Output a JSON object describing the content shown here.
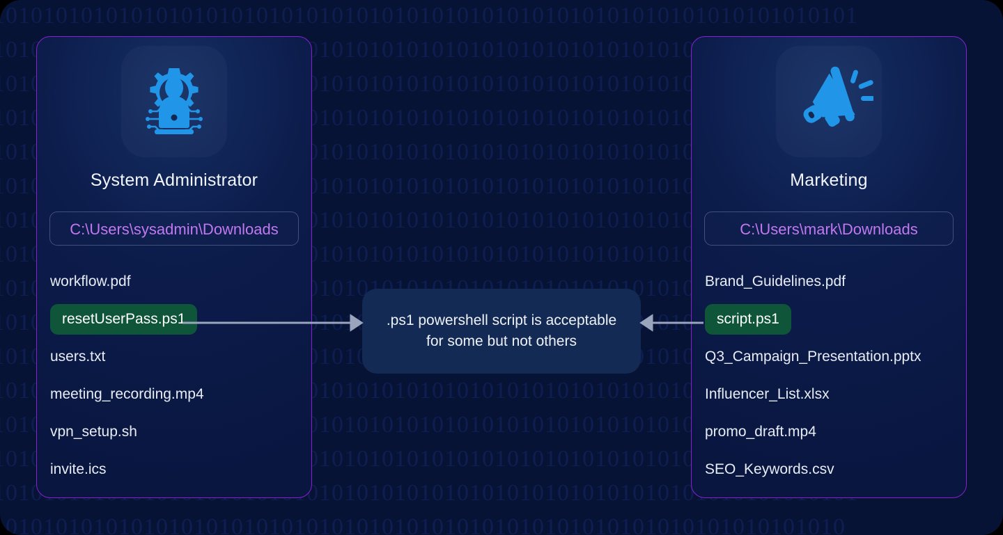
{
  "theme": {
    "canvas_bg": "#061335",
    "panel_border": "#8a1fd4",
    "panel_bg": "#0c1c4b",
    "icon_blue": "#2196e8",
    "path_text": "#c178f0",
    "chip_green": "#0e5539",
    "connector_gray": "#9aa5bd",
    "center_box_bg": "#132a54",
    "binary_color": "#16276b"
  },
  "background": {
    "pattern_even": "0101010101010101010101010101010101010101010101010101010101010101010101",
    "pattern_odd": "1010101010101010101010101010101010101010101010101010101010101010101010",
    "row_count": 16
  },
  "panels": [
    {
      "id": "system-administrator",
      "icon": "admin-gear-user-icon",
      "title": "System Administrator",
      "path": "C:\\Users\\sysadmin\\Downloads",
      "files": [
        {
          "name": "workflow.pdf",
          "highlight": false
        },
        {
          "name": "resetUserPass.ps1",
          "highlight": true
        },
        {
          "name": "users.txt",
          "highlight": false
        },
        {
          "name": "meeting_recording.mp4",
          "highlight": false
        },
        {
          "name": "vpn_setup.sh",
          "highlight": false
        },
        {
          "name": "invite.ics",
          "highlight": false
        }
      ]
    },
    {
      "id": "marketing",
      "icon": "megaphone-icon",
      "title": "Marketing",
      "path": "C:\\Users\\mark\\Downloads",
      "files": [
        {
          "name": "Brand_Guidelines.pdf",
          "highlight": false
        },
        {
          "name": "script.ps1",
          "highlight": true
        },
        {
          "name": "Q3_Campaign_Presentation.pptx",
          "highlight": false
        },
        {
          "name": "Influencer_List.xlsx",
          "highlight": false
        },
        {
          "name": "promo_draft.mp4",
          "highlight": false
        },
        {
          "name": "SEO_Keywords.csv",
          "highlight": false
        }
      ]
    }
  ],
  "center_callout": {
    "message": ".ps1 powershell script is acceptable for some but not others"
  }
}
